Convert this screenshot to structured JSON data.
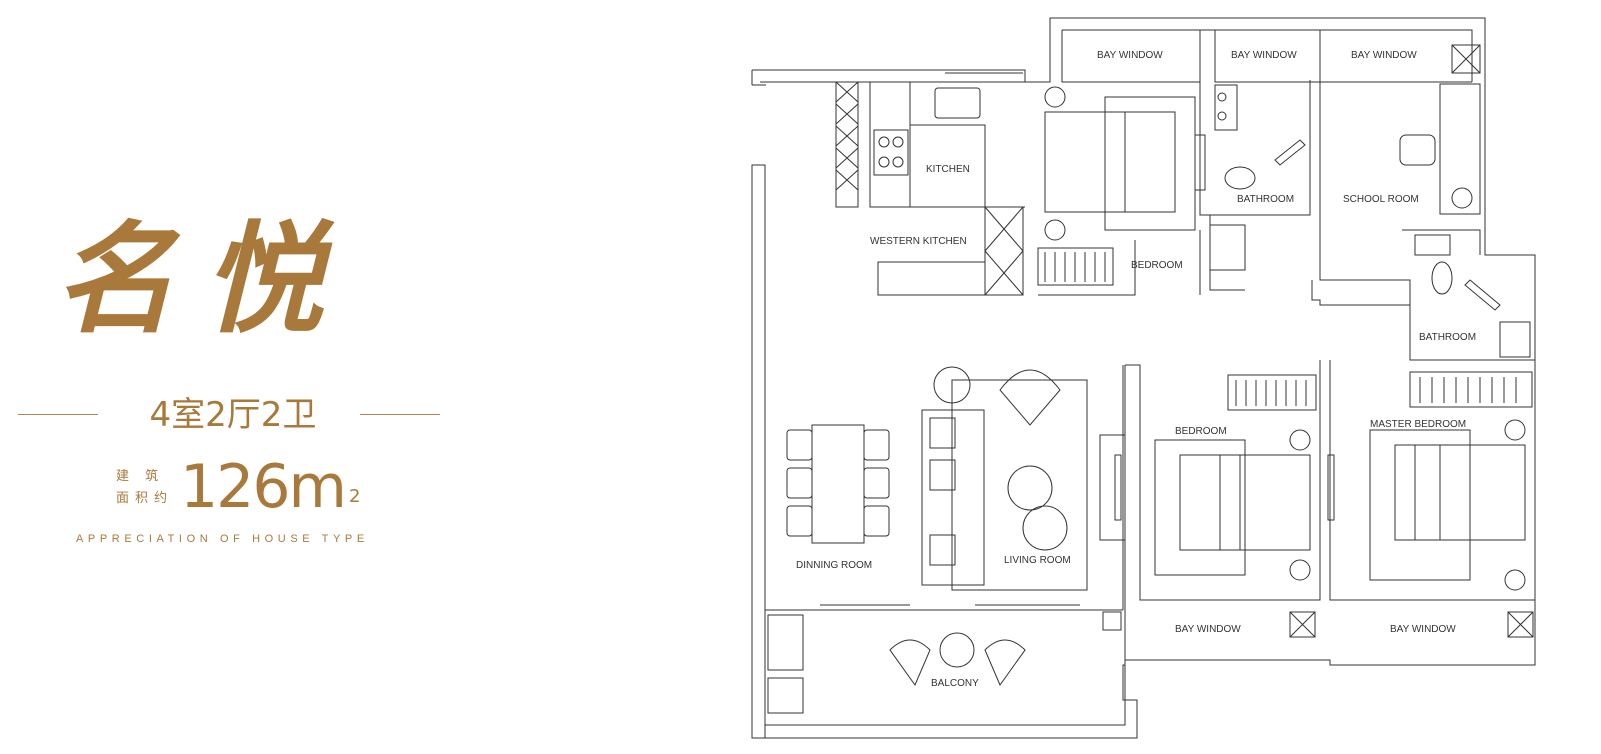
{
  "name": "名悦",
  "layout": "4室2厅2卫",
  "area_label": "建 筑 面积约",
  "area_value": "126m",
  "area_unit_sup": "2",
  "subtitle": "APPRECIATION OF HOUSE TYPE",
  "accent_color": "#a8793a",
  "rooms": {
    "bay_window_1": "BAY WINDOW",
    "bay_window_2": "BAY WINDOW",
    "bay_window_3": "BAY WINDOW",
    "bay_window_4": "BAY WINDOW",
    "bay_window_5": "BAY WINDOW",
    "kitchen": "KITCHEN",
    "western_kitchen": "WESTERN KITCHEN",
    "bedroom_top": "BEDROOM",
    "bathroom_top": "BATHROOM",
    "school_room": "SCHOOL ROOM",
    "bathroom_right": "BATHROOM",
    "bedroom_mid": "BEDROOM",
    "master_bedroom": "MASTER BEDROOM",
    "dinning_room": "DINNING ROOM",
    "living_room": "LIVING ROOM",
    "balcony": "BALCONY"
  }
}
